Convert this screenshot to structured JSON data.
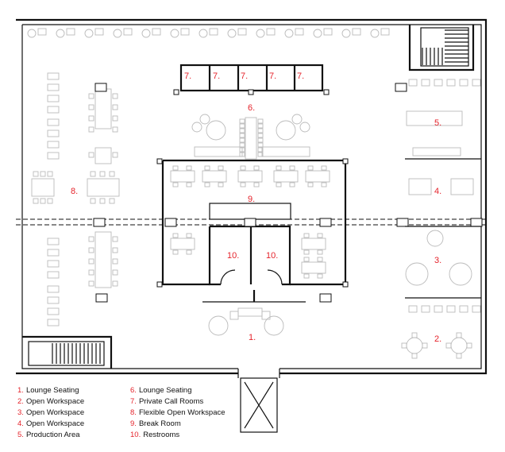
{
  "plan": {
    "room_numbers": {
      "n1": "1.",
      "n2": "2.",
      "n3": "3.",
      "n4": "4.",
      "n5": "5.",
      "n6": "6.",
      "n7": "7.",
      "n8": "8.",
      "n9": "9.",
      "n10": "10."
    }
  },
  "legend": {
    "items": [
      {
        "num": "1.",
        "label": "Lounge Seating"
      },
      {
        "num": "2.",
        "label": "Open Workspace"
      },
      {
        "num": "3.",
        "label": "Open Workspace"
      },
      {
        "num": "4.",
        "label": "Open Workspace"
      },
      {
        "num": "5.",
        "label": "Production Area"
      },
      {
        "num": "6.",
        "label": "Lounge Seating"
      },
      {
        "num": "7.",
        "label": "Private Call Rooms"
      },
      {
        "num": "8.",
        "label": "Flexible Open Workspace"
      },
      {
        "num": "9.",
        "label": "Break Room"
      },
      {
        "num": "10.",
        "label": "Restrooms"
      }
    ]
  },
  "colors": {
    "label_red": "#e5232b",
    "wall": "#111111",
    "furniture": "#bbbbbb"
  }
}
